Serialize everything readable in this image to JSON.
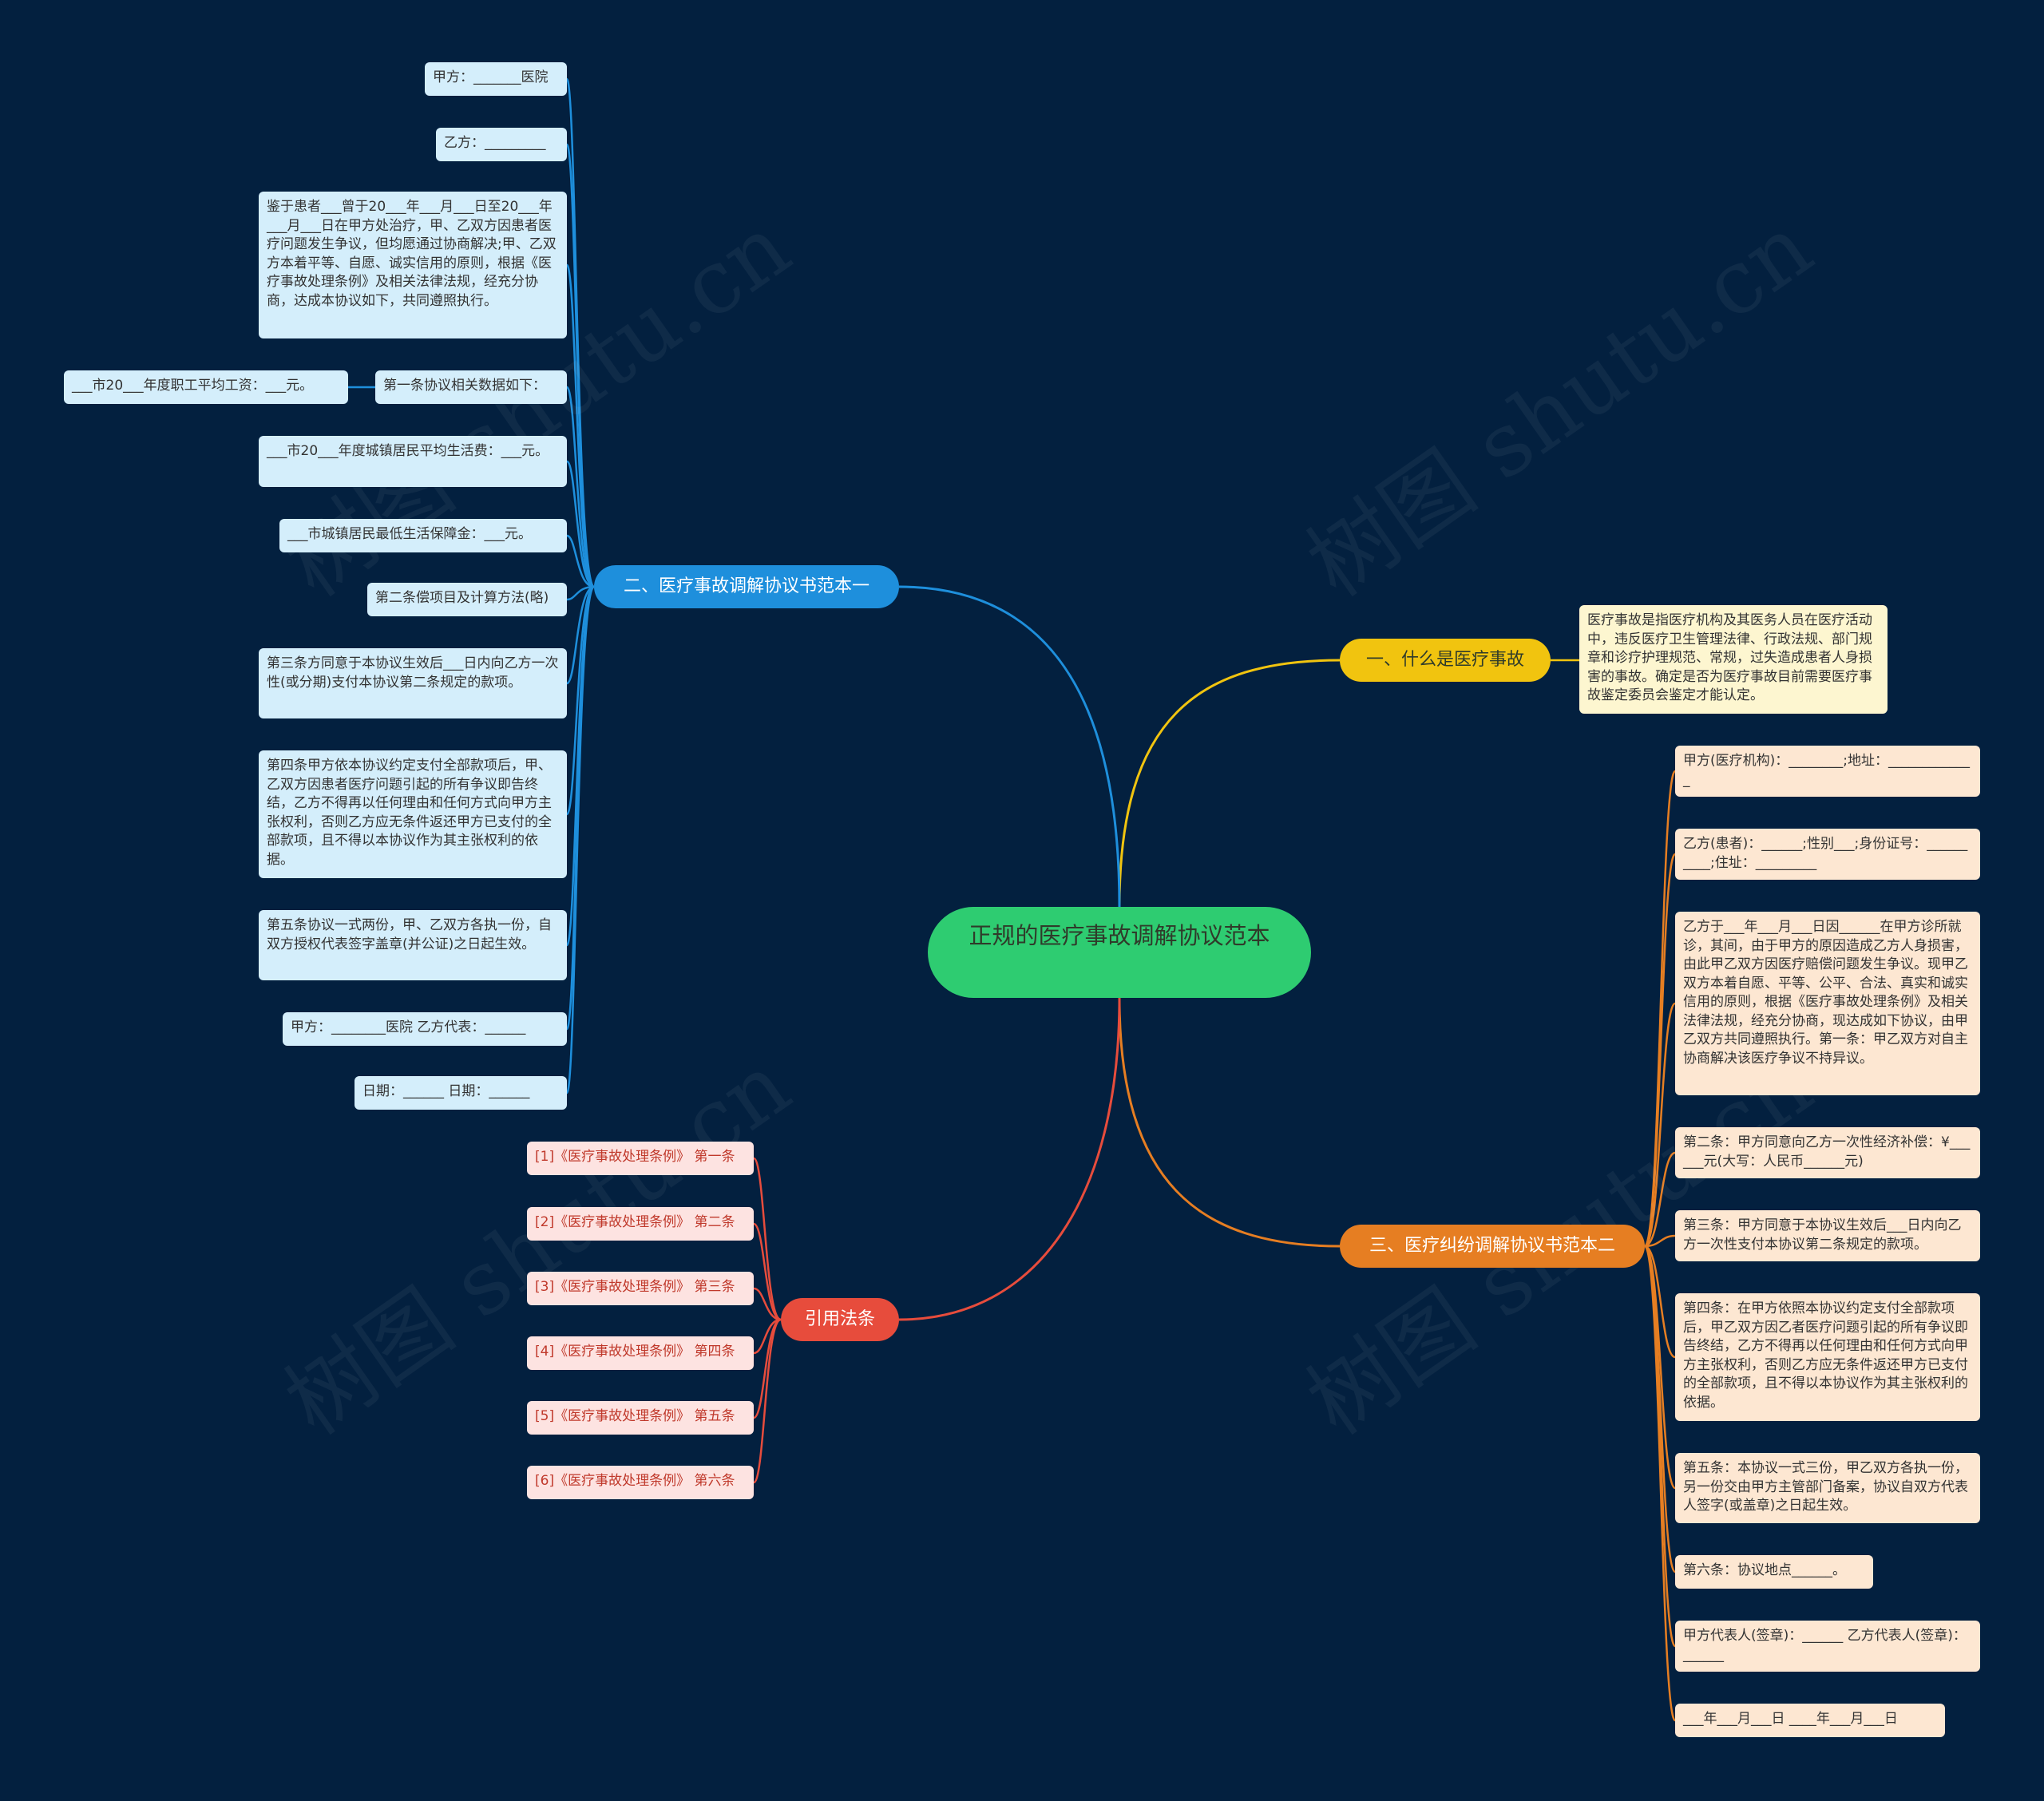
{
  "root": {
    "title": "正规的医疗事故调解协议范本"
  },
  "branches": {
    "b1": {
      "label": "一、什么是医疗事故",
      "color": "#f1c40f"
    },
    "b2": {
      "label": "二、医疗事故调解协议书范本一",
      "color": "#1e8fdc"
    },
    "b3": {
      "label": "三、医疗纠纷调解协议书范本二",
      "color": "#e67e22"
    },
    "b4": {
      "label": "引用法条",
      "color": "#e74c3c"
    }
  },
  "b1_items": [
    "医疗事故是指医疗机构及其医务人员在医疗活动中，违反医疗卫生管理法律、行政法规、部门规章和诊疗护理规范、常规，过失造成患者人身损害的事故。确定是否为医疗事故目前需要医疗事故鉴定委员会鉴定才能认定。"
  ],
  "b2_items": [
    "甲方：_______医院",
    "乙方：_________",
    "鉴于患者___曾于20___年___月___日至20___年___月___日在甲方处治疗，甲、乙双方因患者医疗问题发生争议，但均愿通过协商解决;甲、乙双方本着平等、自愿、诚实信用的原则，根据《医疗事故处理条例》及相关法律法规，经充分协商，达成本协议如下，共同遵照执行。",
    "第一条协议相关数据如下：",
    "___市20___年度城镇居民平均生活费：___元。",
    "___市城镇居民最低生活保障金：___元。",
    "第二条偿项目及计算方法(略)",
    "第三条方同意于本协议生效后___日内向乙方一次性(或分期)支付本协议第二条规定的款项。",
    "第四条甲方依本协议约定支付全部款项后，甲、乙双方因患者医疗问题引起的所有争议即告终结，乙方不得再以任何理由和任何方式向甲方主张权利，否则乙方应无条件返还甲方已支付的全部款项，且不得以本协议作为其主张权利的依据。",
    "第五条协议一式两份，甲、乙双方各执一份，自双方授权代表签字盖章(并公证)之日起生效。",
    "甲方：________医院 乙方代表：______",
    "日期：______ 日期：______"
  ],
  "b2_sub": "___市20___年度职工平均工资：___元。",
  "b3_items": [
    "甲方(医疗机构)：________;地址：_____________",
    "乙方(患者)：______;性别___;身份证号：__________;住址：_________",
    "乙方于___年___月___日因______在甲方诊所就诊，其间，由于甲方的原因造成乙方人身损害，由此甲乙双方因医疗赔偿问题发生争议。现甲乙双方本着自愿、平等、公平、合法、真实和诚实信用的原则，根据《医疗事故处理条例》及相关法律法规，经充分协商，现达成如下协议，由甲乙双方共同遵照执行。第一条：甲乙双方对自主协商解决该医疗争议不持异议。",
    "第二条：甲方同意向乙方一次性经济补偿：¥______元(大写：人民币______元)",
    "第三条：甲方同意于本协议生效后___日内向乙方一次性支付本协议第二条规定的款项。",
    "第四条：在甲方依照本协议约定支付全部款项后，甲乙双方因乙者医疗问题引起的所有争议即告终结，乙方不得再以任何理由和任何方式向甲方主张权利，否则乙方应无条件返还甲方已支付的全部款项，且不得以本协议作为其主张权利的依据。",
    "第五条：本协议一式三份，甲乙双方各执一份，另一份交由甲方主管部门备案，协议自双方代表人签字(或盖章)之日起生效。",
    "第六条：协议地点______。",
    "甲方代表人(签章)：______ 乙方代表人(签章)：______",
    "___年___月___日 ____年___月___日"
  ],
  "b4_items": [
    "[1]《医疗事故处理条例》 第一条",
    "[2]《医疗事故处理条例》 第二条",
    "[3]《医疗事故处理条例》 第三条",
    "[4]《医疗事故处理条例》 第四条",
    "[5]《医疗事故处理条例》 第五条",
    "[6]《医疗事故处理条例》 第六条"
  ],
  "watermark": "树图 shutu.cn"
}
